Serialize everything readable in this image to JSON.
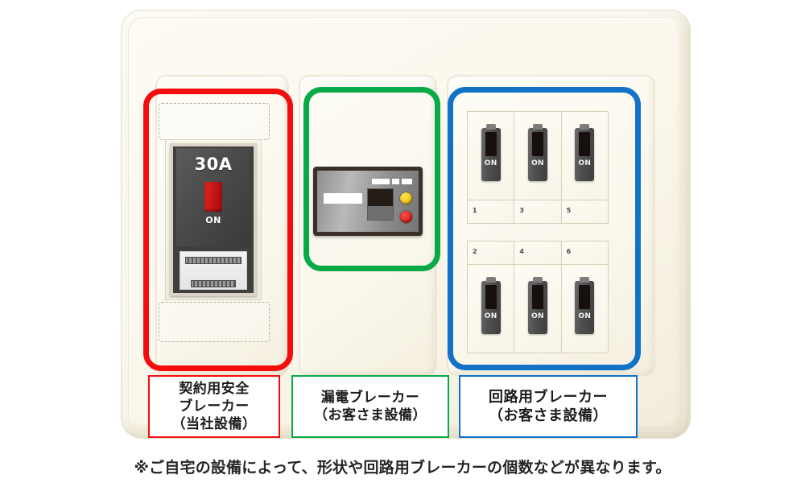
{
  "diagram": {
    "title_note": "※ご自宅の設備によって、形状や回路用ブレーカーの個数などが異なります。",
    "colors": {
      "red": "#f50d0d",
      "green": "#08aa47",
      "blue": "#1272c8",
      "panel": "#faf6ea",
      "breaker_dark": "#3f3f3f",
      "lever_red": "#c41414",
      "lamp_yellow": "#e8b400",
      "lamp_red": "#cf0d0d"
    }
  },
  "main_breaker": {
    "amperage_label": "30A",
    "state_label": "ON"
  },
  "leak_breaker": {
    "lamps": [
      {
        "name": "yellow-lamp",
        "color": "#e8b400"
      },
      {
        "name": "red-lamp",
        "color": "#cf0d0d"
      }
    ]
  },
  "circuit_breakers": {
    "top_row": [
      {
        "number": "1",
        "state": "ON"
      },
      {
        "number": "3",
        "state": "ON"
      },
      {
        "number": "5",
        "state": "ON"
      }
    ],
    "bottom_row": [
      {
        "number": "2",
        "state": "ON"
      },
      {
        "number": "4",
        "state": "ON"
      },
      {
        "number": "6",
        "state": "ON"
      }
    ]
  },
  "legend": {
    "red": {
      "line1": "契約用安全",
      "line2": "ブレーカー",
      "line3": "（当社設備）"
    },
    "green": {
      "line1": "漏電ブレーカー",
      "line2": "（お客さま設備）"
    },
    "blue": {
      "line1": "回路用ブレーカー",
      "line2": "（お客さま設備）"
    }
  }
}
